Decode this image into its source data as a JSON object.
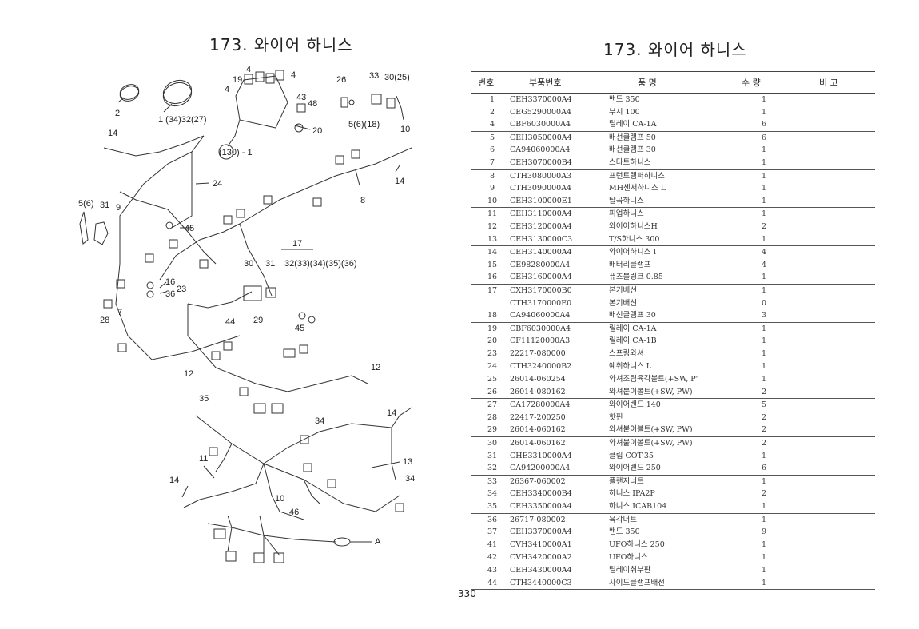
{
  "left_title": "173. 와이어 하니스",
  "right_title": "173. 와이어 하니스",
  "page_number": "330",
  "diagram": {
    "callouts": {
      "c2": "2",
      "c1": "1 (34)32(27)",
      "c19": "19",
      "c4a": "4",
      "c4b": "4",
      "c4c": "4",
      "c43": "43",
      "c48": "48",
      "c20": "20",
      "c130": "(130) - 1",
      "c26": "26",
      "c33": "33",
      "c30": "30(25)",
      "c5": "5(6)(18)",
      "c10": "10",
      "c14a": "14",
      "c24": "24",
      "c8": "8",
      "c14b": "14",
      "c5b": "5(6)",
      "c31": "31",
      "c9": "9",
      "c45a": "45",
      "c17": "17",
      "c30b": "30",
      "c31b": "31",
      "c32b": "32(33)(34)(35)(36)",
      "c16": "16",
      "c23": "23",
      "c36": "36",
      "c7": "7",
      "c28": "28",
      "c44": "44",
      "c29": "29",
      "c45b": "45",
      "c12a": "12",
      "c12b": "12",
      "c35": "35",
      "c34a": "34",
      "c14c": "14",
      "c11": "11",
      "c13": "13",
      "c14d": "14",
      "c34b": "34",
      "c10b": "10",
      "c46": "46",
      "cA": "A"
    }
  },
  "table": {
    "headers": {
      "no": "번호",
      "part": "부품번호",
      "name": "품 명",
      "qty": "수 량",
      "remark": "비 고"
    },
    "groups": [
      [
        {
          "no": "1",
          "part": "CEH3370000A4",
          "name": "밴드 350",
          "qty": "1"
        },
        {
          "no": "2",
          "part": "CEG5290000A4",
          "name": "부시 100",
          "qty": "1"
        },
        {
          "no": "4",
          "part": "CBF6030000A4",
          "name": "릴레이 CA-1A",
          "qty": "6"
        }
      ],
      [
        {
          "no": "5",
          "part": "CEH3050000A4",
          "name": "배선클램프 50",
          "qty": "6"
        },
        {
          "no": "6",
          "part": "CA94060000A4",
          "name": "배선클램프 30",
          "qty": "1"
        },
        {
          "no": "7",
          "part": "CEH3070000B4",
          "name": "스타트하니스",
          "qty": "1"
        }
      ],
      [
        {
          "no": "8",
          "part": "CTH3080000A3",
          "name": "프런트램퍼하니스",
          "qty": "1"
        },
        {
          "no": "9",
          "part": "CTH3090000A4",
          "name": "MH센서하니스 L",
          "qty": "1"
        },
        {
          "no": "10",
          "part": "CEH3100000E1",
          "name": "탈곡하니스",
          "qty": "1"
        }
      ],
      [
        {
          "no": "11",
          "part": "CEH3110000A4",
          "name": "피업하니스",
          "qty": "1"
        },
        {
          "no": "12",
          "part": "CEH3120000A4",
          "name": "와이어하니스H",
          "qty": "2"
        },
        {
          "no": "13",
          "part": "CEH3130000C3",
          "name": "T/S하니스 300",
          "qty": "1"
        }
      ],
      [
        {
          "no": "14",
          "part": "CEH3140000A4",
          "name": "와이어하니스 I",
          "qty": "4"
        },
        {
          "no": "15",
          "part": "CE98280000A4",
          "name": "배터리클램프",
          "qty": "4"
        },
        {
          "no": "16",
          "part": "CEH3160000A4",
          "name": "퓨즈블링크 0.85",
          "qty": "1"
        }
      ],
      [
        {
          "no": "17",
          "part": "CXH3170000B0",
          "name": "본기배선",
          "qty": "1"
        },
        {
          "no": "",
          "part": "CTH3170000E0",
          "name": "본기배선",
          "qty": "0"
        },
        {
          "no": "18",
          "part": "CA94060000A4",
          "name": "배선클램프 30",
          "qty": "3"
        }
      ],
      [
        {
          "no": "19",
          "part": "CBF6030000A4",
          "name": "릴레이 CA-1A",
          "qty": "1"
        },
        {
          "no": "20",
          "part": "CF11120000A3",
          "name": "릴레이 CA-1B",
          "qty": "1"
        },
        {
          "no": "23",
          "part": "22217-080000",
          "name": "스프링와셔",
          "qty": "1"
        }
      ],
      [
        {
          "no": "24",
          "part": "CTH3240000B2",
          "name": "예취하니스 L",
          "qty": "1"
        },
        {
          "no": "25",
          "part": "26014-060254",
          "name": "와셔조립육각볼트(+SW, P'",
          "qty": "1"
        },
        {
          "no": "26",
          "part": "26014-080162",
          "name": "와셔붙이볼트(+SW, PW)",
          "qty": "2"
        }
      ],
      [
        {
          "no": "27",
          "part": "CA17280000A4",
          "name": "와이어밴드 140",
          "qty": "5"
        },
        {
          "no": "28",
          "part": "22417-200250",
          "name": "핫핀",
          "qty": "2"
        },
        {
          "no": "29",
          "part": "26014-060162",
          "name": "와셔붙이볼트(+SW, PW)",
          "qty": "2"
        }
      ],
      [
        {
          "no": "30",
          "part": "26014-060162",
          "name": "와셔붙이볼트(+SW, PW)",
          "qty": "2"
        },
        {
          "no": "31",
          "part": "CHE3310000A4",
          "name": "클립 COT-35",
          "qty": "1"
        },
        {
          "no": "32",
          "part": "CA94200000A4",
          "name": "와이어밴드 250",
          "qty": "6"
        }
      ],
      [
        {
          "no": "33",
          "part": "26367-060002",
          "name": "플랜지너트",
          "qty": "1"
        },
        {
          "no": "34",
          "part": "CEH3340000B4",
          "name": "하니스 IPA2P",
          "qty": "2"
        },
        {
          "no": "35",
          "part": "CEH3350000A4",
          "name": "하니스 ICAB104",
          "qty": "1"
        }
      ],
      [
        {
          "no": "36",
          "part": "26717-080002",
          "name": "육각너트",
          "qty": "1"
        },
        {
          "no": "37",
          "part": "CEH3370000A4",
          "name": "밴드 350",
          "qty": "9"
        },
        {
          "no": "41",
          "part": "CVH3410000A1",
          "name": "UFO하니스 250",
          "qty": "1"
        }
      ],
      [
        {
          "no": "42",
          "part": "CVH3420000A2",
          "name": "UFO하니스",
          "qty": "1"
        },
        {
          "no": "43",
          "part": "CEH3430000A4",
          "name": "릴레이취부판",
          "qty": "1"
        },
        {
          "no": "44",
          "part": "CTH3440000C3",
          "name": "사이드클램프배선",
          "qty": "1"
        }
      ]
    ]
  }
}
